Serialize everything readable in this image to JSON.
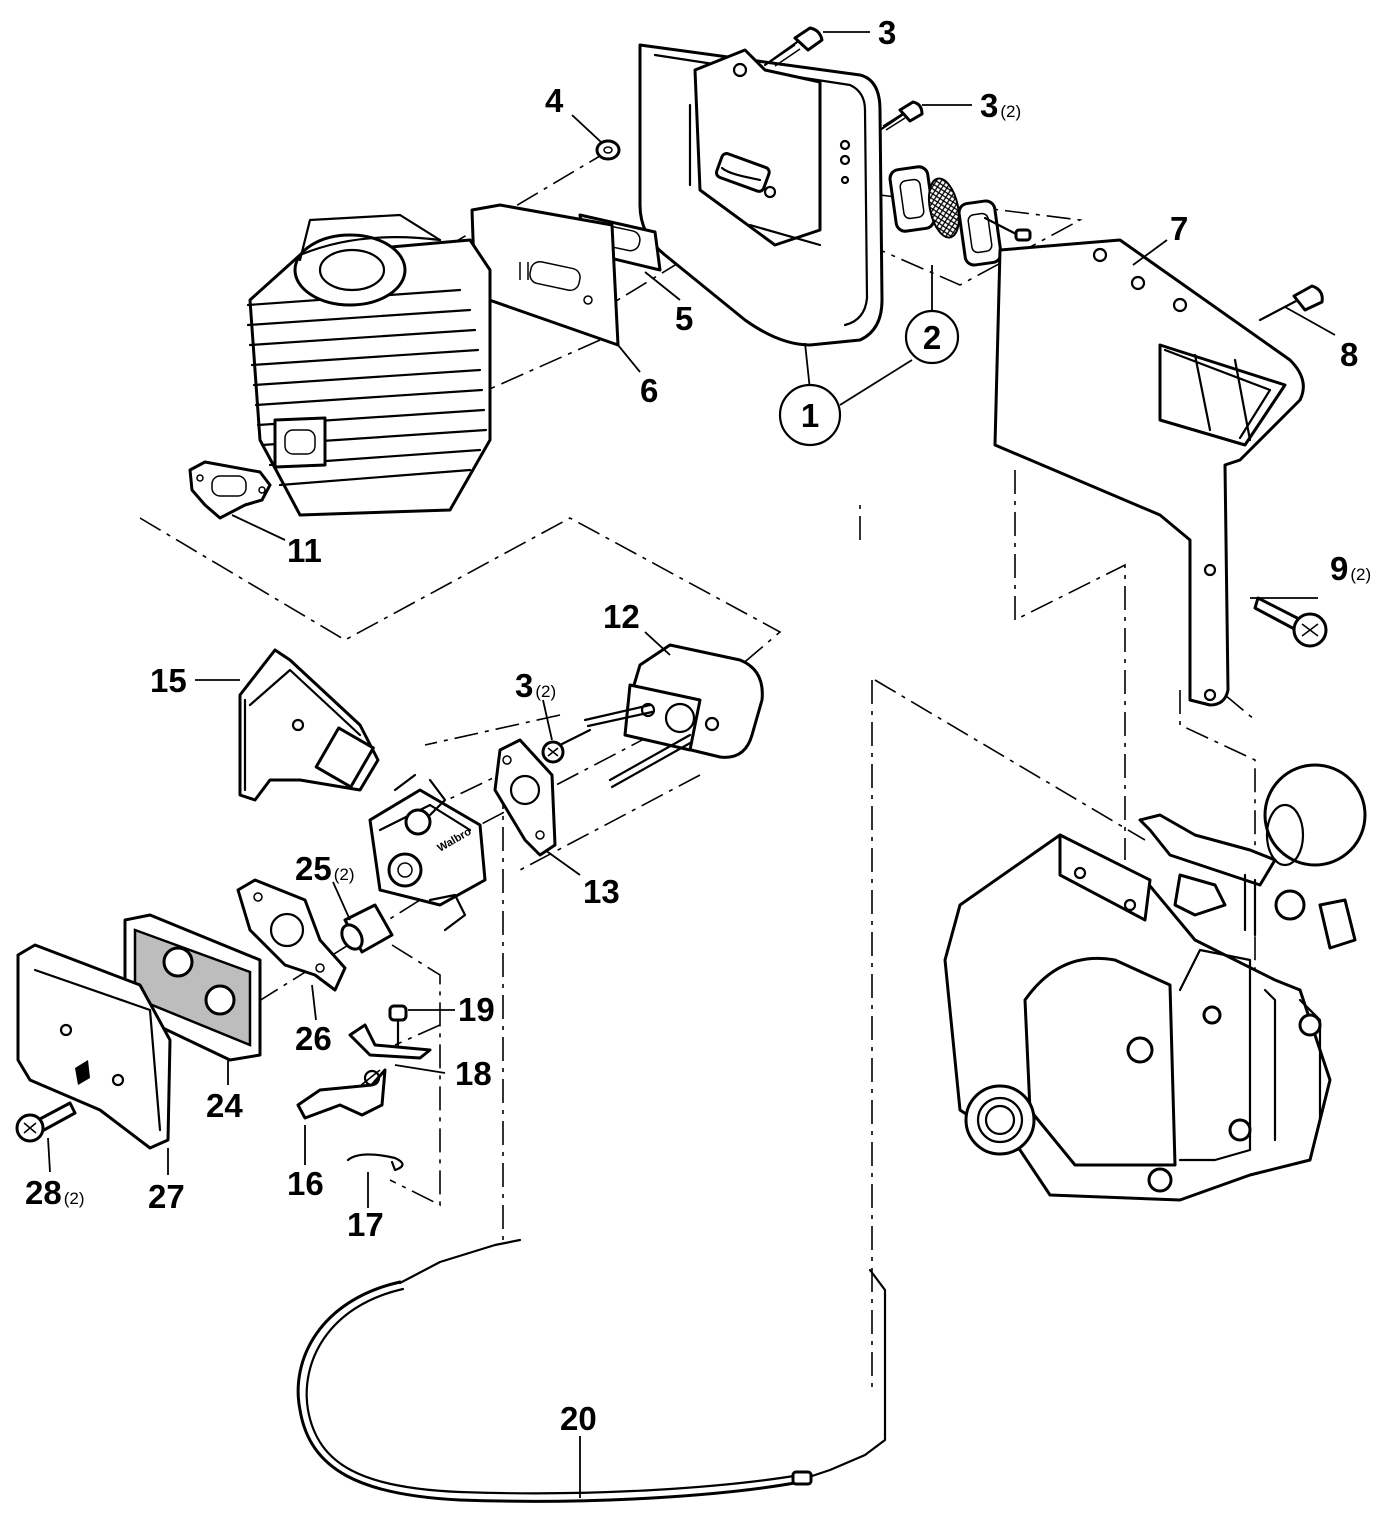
{
  "diagram": {
    "brand_marking": "Walbro",
    "callouts": [
      {
        "id": "1",
        "number": "1",
        "qty": "",
        "circled": true
      },
      {
        "id": "2",
        "number": "2",
        "qty": "",
        "circled": true
      },
      {
        "id": "3a",
        "number": "3",
        "qty": "",
        "circled": false
      },
      {
        "id": "3b",
        "number": "3",
        "qty": "(2)",
        "circled": false
      },
      {
        "id": "3c",
        "number": "3",
        "qty": "(2)",
        "circled": false
      },
      {
        "id": "4",
        "number": "4",
        "qty": "",
        "circled": false
      },
      {
        "id": "5",
        "number": "5",
        "qty": "",
        "circled": false
      },
      {
        "id": "6",
        "number": "6",
        "qty": "",
        "circled": false
      },
      {
        "id": "7",
        "number": "7",
        "qty": "",
        "circled": false
      },
      {
        "id": "8",
        "number": "8",
        "qty": "",
        "circled": false
      },
      {
        "id": "9",
        "number": "9",
        "qty": "(2)",
        "circled": false
      },
      {
        "id": "11",
        "number": "11",
        "qty": "",
        "circled": false
      },
      {
        "id": "12",
        "number": "12",
        "qty": "",
        "circled": false
      },
      {
        "id": "13",
        "number": "13",
        "qty": "",
        "circled": false
      },
      {
        "id": "15",
        "number": "15",
        "qty": "",
        "circled": false
      },
      {
        "id": "16",
        "number": "16",
        "qty": "",
        "circled": false
      },
      {
        "id": "17",
        "number": "17",
        "qty": "",
        "circled": false
      },
      {
        "id": "18",
        "number": "18",
        "qty": "",
        "circled": false
      },
      {
        "id": "19",
        "number": "19",
        "qty": "",
        "circled": false
      },
      {
        "id": "20",
        "number": "20",
        "qty": "",
        "circled": false
      },
      {
        "id": "24",
        "number": "24",
        "qty": "",
        "circled": false
      },
      {
        "id": "25",
        "number": "25",
        "qty": "(2)",
        "circled": false
      },
      {
        "id": "26",
        "number": "26",
        "qty": "",
        "circled": false
      },
      {
        "id": "27",
        "number": "27",
        "qty": "",
        "circled": false
      },
      {
        "id": "28",
        "number": "28",
        "qty": "(2)",
        "circled": false
      }
    ]
  }
}
